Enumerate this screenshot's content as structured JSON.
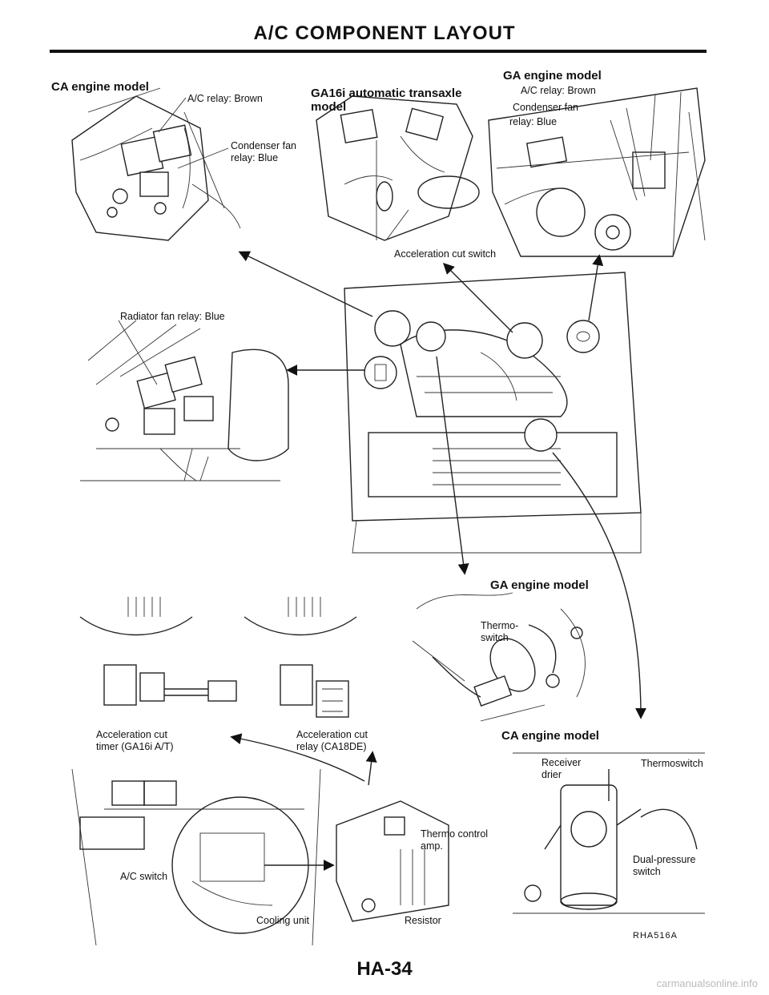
{
  "page": {
    "title": "A/C COMPONENT LAYOUT",
    "page_number": "HA-34",
    "figure_code": "RHA516A",
    "watermark": "carmanualsonline.info"
  },
  "views": {
    "ca_engine_top": {
      "model": "CA engine model",
      "labels": [
        "A/C relay: Brown",
        "Condenser fan\nrelay: Blue"
      ]
    },
    "ga16i_top": {
      "model": "GA16i automatic transaxle\nmodel",
      "labels": [
        "Acceleration cut switch"
      ]
    },
    "ga_engine_top": {
      "model": "GA engine model",
      "labels": [
        "A/C relay: Brown",
        "Condenser fan",
        "relay: Blue"
      ]
    },
    "radiator": {
      "labels": [
        "Radiator fan relay: Blue"
      ]
    },
    "ga_engine_mid": {
      "model": "GA engine model",
      "labels": [
        "Thermo-\nswitch"
      ]
    },
    "timer": {
      "labels": [
        "Acceleration cut\ntimer (GA16i A/T)"
      ]
    },
    "relay_ca18de": {
      "labels": [
        "Acceleration cut\nrelay (CA18DE)"
      ]
    },
    "cooling": {
      "labels": [
        "A/C switch",
        "Cooling unit",
        "Thermo control\namp.",
        "Resistor"
      ]
    },
    "ca_engine_bottom": {
      "model": "CA engine model",
      "labels": [
        "Receiver\ndrier",
        "Thermoswitch",
        "Dual-pressure\nswitch"
      ]
    }
  }
}
